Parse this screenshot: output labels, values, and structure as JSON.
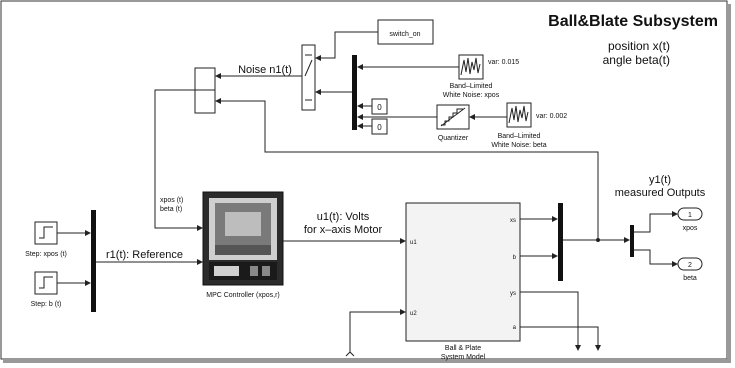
{
  "title": "Ball&Blate Subsystem",
  "subtitle_lines": [
    "position x(t)",
    "angle beta(t)"
  ],
  "signals": {
    "noise": "Noise n1(t)",
    "reference": "r1(t): Reference",
    "control_line1": "u1(t): Volts",
    "control_line2": "for x–axis Motor",
    "outputs_line1": "y1(t)",
    "outputs_line2": "measured Outputs",
    "feedback_line1": "xpos  (t)",
    "feedback_line2": "beta  (t)"
  },
  "blocks": {
    "switch_on": "switch_on",
    "const_top": "0",
    "const_bottom": "0",
    "noise_xpos_var": "var: 0.015",
    "noise_xpos_line1": "Band–Limited",
    "noise_xpos_line2": "White Noise: xpos",
    "noise_beta_var": "var: 0.002",
    "noise_beta_line1": "Band–Limited",
    "noise_beta_line2": "White Noise: beta",
    "quantizer": "Quantizer",
    "step_xpos": "Step:  xpos (t)",
    "step_b": "Step:  b (t)",
    "mpc_label": "MPC Controller (xpos,r)",
    "plant_line1": "Ball & Plate",
    "plant_line2": "System Model",
    "plant_in1": "u1",
    "plant_in2": "u2",
    "plant_out1": "xs",
    "plant_out2": "b",
    "plant_out3": "ys",
    "plant_out4": "a",
    "out1_num": "1",
    "out1_name": "xpos",
    "out2_num": "2",
    "out2_name": "beta"
  }
}
